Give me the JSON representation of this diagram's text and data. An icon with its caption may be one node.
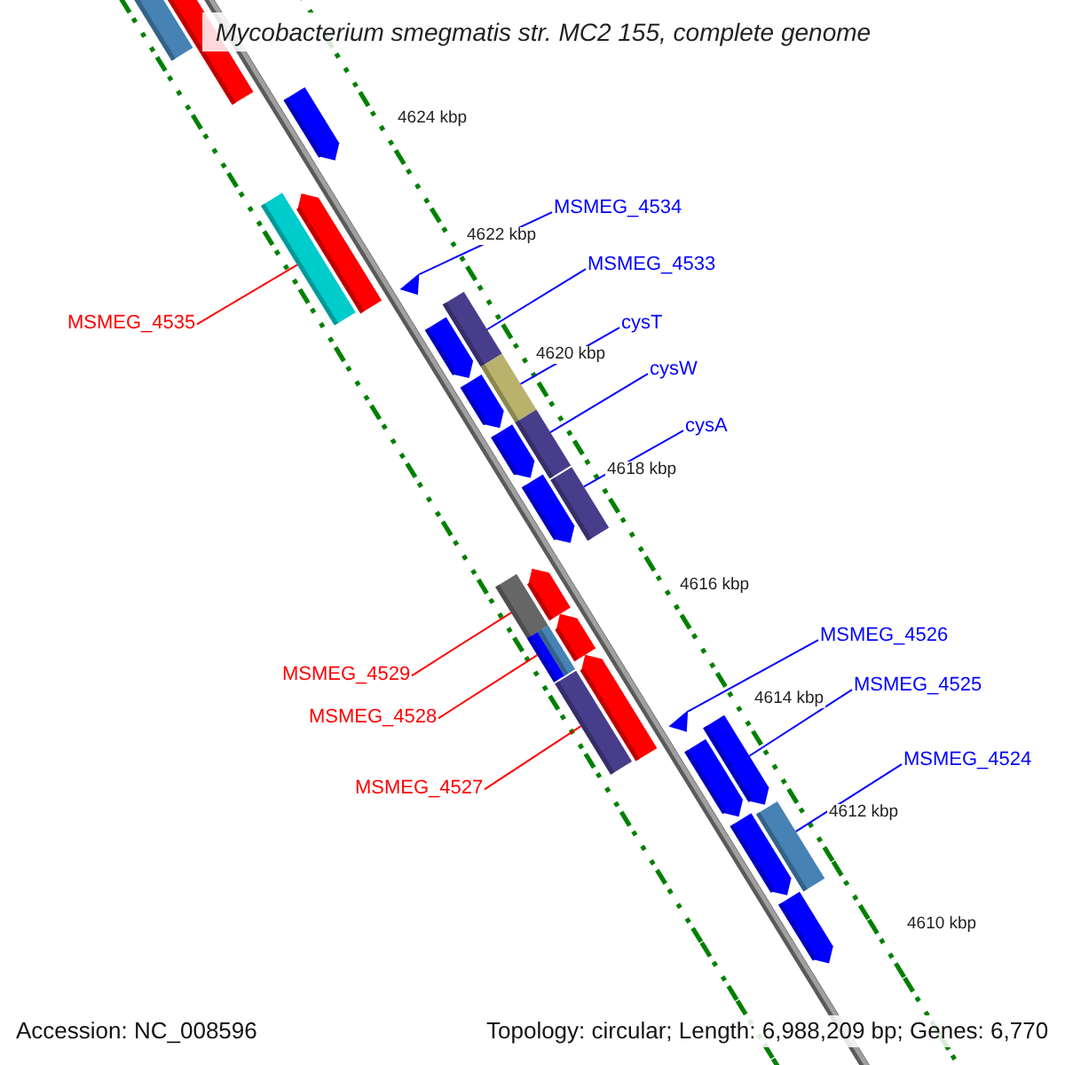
{
  "diagram": {
    "title": "Mycobacterium smegmatis str. MC2 155, complete genome",
    "nodes": [
      {
        "text": [
          "MSMEG_4534"
        ]
      },
      {
        "text": [
          "MSMEG_4533"
        ]
      },
      {
        "text": [
          "cysT"
        ]
      },
      {
        "text": [
          "MSMEG_4535"
        ]
      },
      {
        "text": [
          "cysW"
        ]
      },
      {
        "text": [
          "cysA"
        ]
      },
      {
        "text": [
          "MSMEG_4526"
        ]
      },
      {
        "text": [
          "MSMEG_4529"
        ]
      },
      {
        "text": [
          "MSMEG_4525"
        ]
      },
      {
        "text": [
          "MSMEG_4528"
        ]
      },
      {
        "text": [
          "MSMEG_4524"
        ]
      },
      {
        "text": [
          "MSMEG_4527"
        ]
      },
      {
        "text": [],
        "shape": "bar"
      },
      {
        "text": [],
        "shape": "triangle"
      },
      {
        "text": [],
        "shape": "bar"
      },
      {
        "text": [],
        "shape": "bar"
      },
      {
        "text": [],
        "shape": "bar"
      },
      {
        "text": [],
        "shape": "bar"
      },
      {
        "text": [],
        "shape": "bar"
      },
      {
        "text": [],
        "shape": "bar"
      },
      {
        "text": [],
        "shape": "bar"
      },
      {
        "text": [],
        "shape": "triangle"
      },
      {
        "text": [],
        "shape": "arrow"
      },
      {
        "text": [],
        "shape": "bar"
      }
    ],
    "edges": [
      {
        "from": 0,
        "to": 13,
        "arrow": "none"
      },
      {
        "from": 1,
        "to": 14,
        "arrow": "none"
      },
      {
        "from": 2,
        "to": 15,
        "arrow": "none"
      },
      {
        "from": 3,
        "to": 12,
        "arrow": "none",
        "color": "#ff0000"
      },
      {
        "from": 4,
        "to": 16,
        "arrow": "none"
      },
      {
        "from": 5,
        "to": 17,
        "arrow": "none"
      },
      {
        "from": 6,
        "to": 21,
        "arrow": "none"
      },
      {
        "from": 7,
        "to": 18,
        "arrow": "none",
        "color": "#ff0000"
      },
      {
        "from": 8,
        "to": 22,
        "arrow": "none"
      },
      {
        "from": 9,
        "to": 19,
        "arrow": "none",
        "color": "#ff0000"
      },
      {
        "from": 10,
        "to": 23,
        "arrow": "none"
      },
      {
        "from": 11,
        "to": 20,
        "arrow": "none",
        "color": "#ff0000"
      }
    ],
    "labels": [
      "4624 kbp",
      "4622 kbp",
      "4620 kbp",
      "4618 kbp",
      "4616 kbp",
      "4614 kbp",
      "4612 kbp",
      "4610 kbp",
      "Accession: NC_008596",
      "Topology: circular; Length: 6,988,209 bp; Genes: 6,770"
    ]
  }
}
